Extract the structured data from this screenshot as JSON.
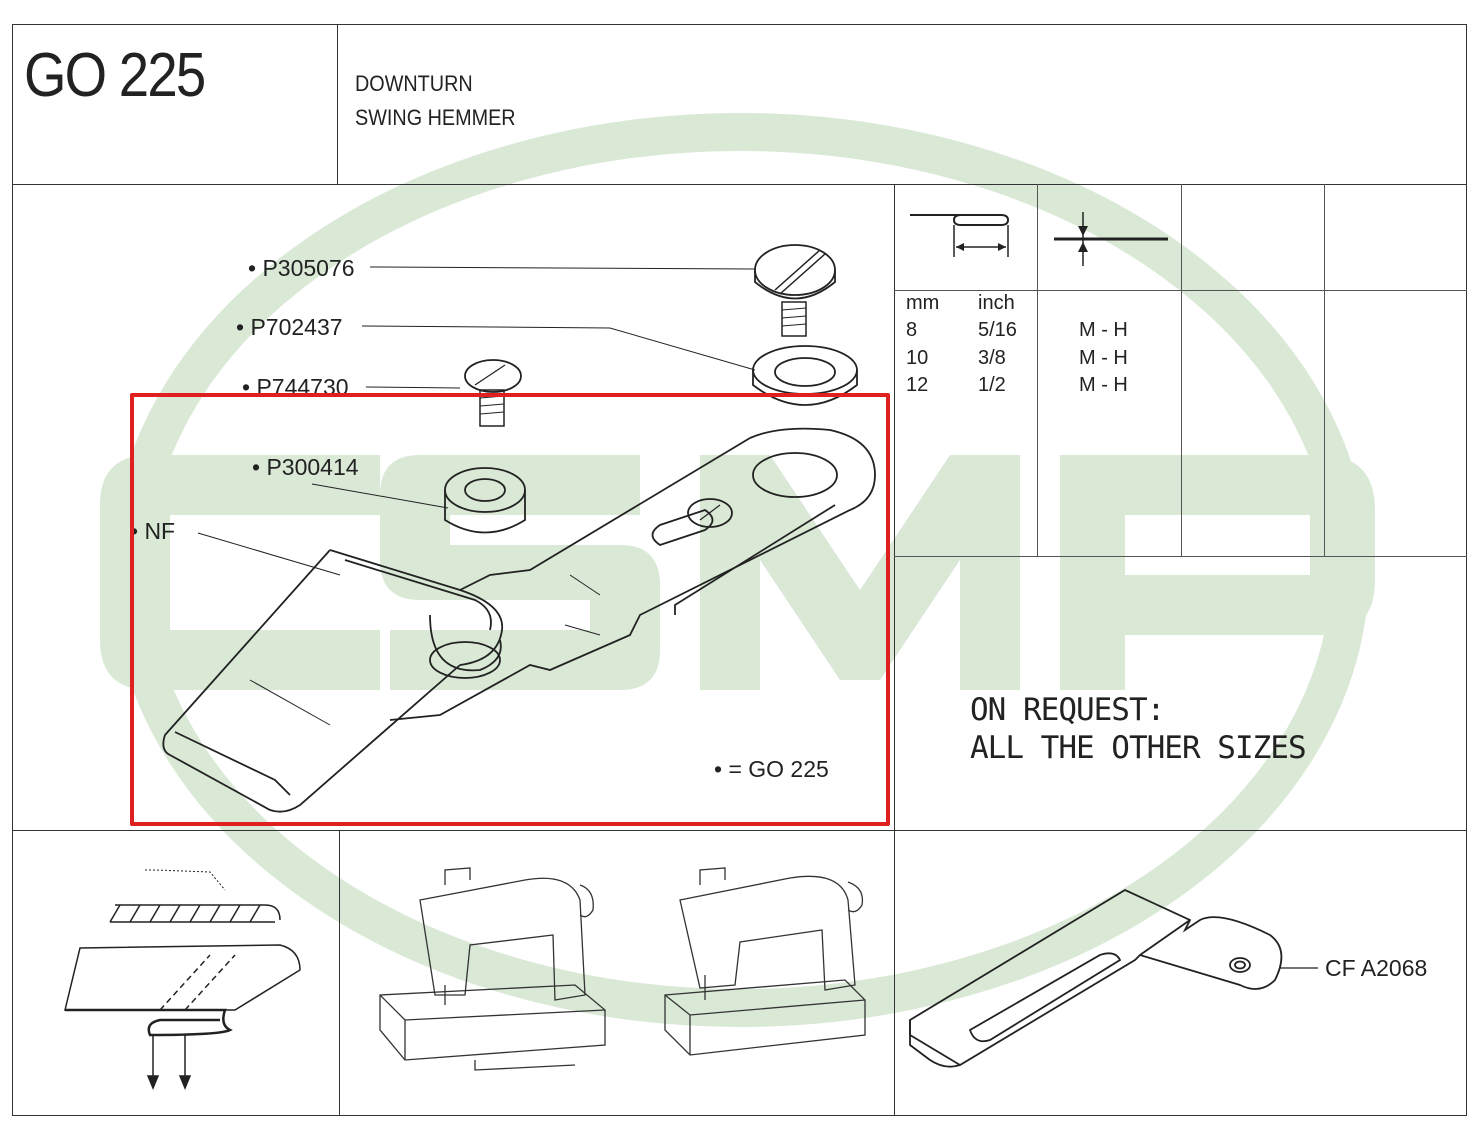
{
  "header": {
    "model": "GO 225",
    "description_line1": "DOWNTURN",
    "description_line2": "SWING HEMMER"
  },
  "parts": {
    "screw_large": "• P305076",
    "washer": "• P702437",
    "screw_small": "• P744730",
    "spacer": "• P300414",
    "hemmer": "• NF",
    "legend": "• = GO 225"
  },
  "size_table": {
    "col_mm": "mm",
    "col_inch": "inch",
    "rows": [
      {
        "mm": "8",
        "inch": "5/16",
        "weight": "M - H"
      },
      {
        "mm": "10",
        "inch": "3/8",
        "weight": "M - H"
      },
      {
        "mm": "12",
        "inch": "1/2",
        "weight": "M - H"
      }
    ]
  },
  "on_request": {
    "line1": "ON REQUEST:",
    "line2": "ALL THE OTHER SIZES"
  },
  "accessory": {
    "code": "CF A2068"
  },
  "colors": {
    "watermark": "#d6e8d3",
    "highlight": "#e02020",
    "ink": "#222222"
  }
}
